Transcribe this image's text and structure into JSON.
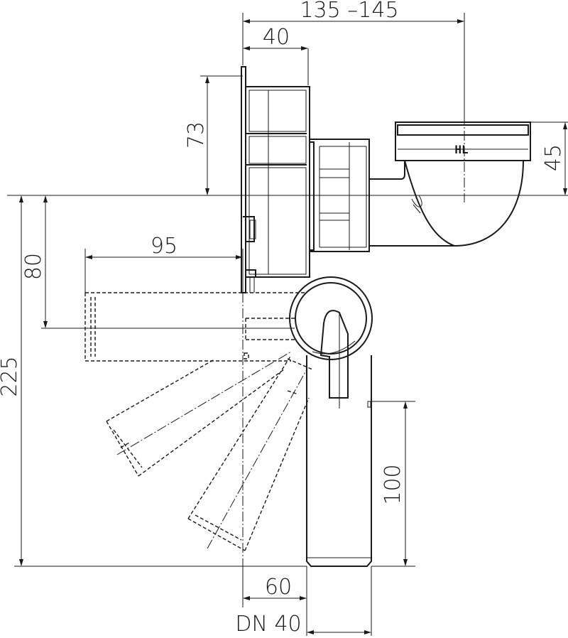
{
  "drawing": {
    "dimensions": {
      "overall_width": "135 –145",
      "wall_depth": "40",
      "height_top": "73",
      "outlet_height": "45",
      "horizontal_offset": "95",
      "offset_80": "80",
      "total_height": "225",
      "vertical_pipe": "100",
      "pipe_width": "60",
      "nominal_diameter": "DN 40"
    },
    "logo_text": "HL"
  }
}
